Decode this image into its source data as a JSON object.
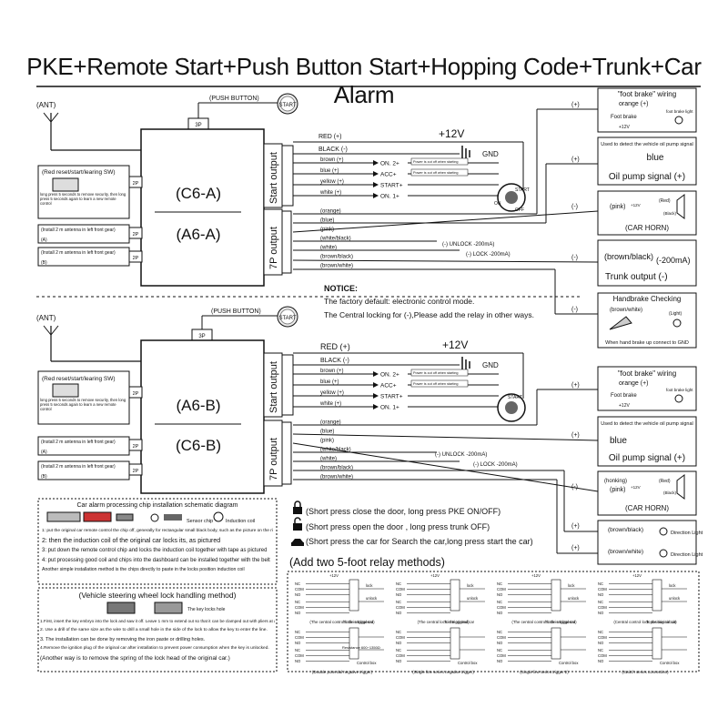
{
  "title": "PKE+Remote Start+Push Button Start+Hopping Code+Trunk+Car Alarm",
  "ant_label": "(ANT)",
  "push_button_label": "(PUSH BUTTON)",
  "start_label": "START",
  "connectors": {
    "c3p": "3P",
    "c2p": "2P",
    "c7p": "7P"
  },
  "unit_top": {
    "line1": "(C6-A)",
    "line2": "(A6-A)"
  },
  "unit_bottom": {
    "line1": "(A6-B)",
    "line2": "(C6-B)"
  },
  "start_output_label": "Start output",
  "seven_p_output_label": "7P output",
  "reset_sw_label": "(Red reset/start/learing SW)",
  "reset_sw_desc": "long press 5 seconds to remove security, then long press 5 seconds again to learn a new remote control",
  "antenna_a_label": "(Install 2 m antenna in left front gear)",
  "antenna_a_tag": "(A)",
  "antenna_b_tag": "(B)",
  "power": {
    "red": "RED (+)",
    "black": "BLACK (-)",
    "v12": "+12V",
    "gnd": "GND",
    "wires": [
      {
        "wire": "brown (+)",
        "term": "ON. 2+",
        "note": "Power is cut off when starting"
      },
      {
        "wire": "blue (+)",
        "term": "ACC+",
        "note": "Power is cut off when starting"
      },
      {
        "wire": "yellow (+)",
        "term": "START+",
        "note": ""
      },
      {
        "wire": "white (+)",
        "term": "ON. 1+",
        "note": ""
      }
    ],
    "ignition_labels": {
      "start": "START",
      "on": "ON",
      "off": "OFF"
    }
  },
  "output7p_top": [
    "(orange)",
    "(blue)",
    "(pink)",
    "(white/black)",
    "(white)",
    "(brown/black)",
    "(brown/white)"
  ],
  "output7p_bottom": [
    "(orange)",
    "(blue)",
    "(pink)",
    "(white/black)",
    "(white)",
    "(brown/black)",
    "(brown/white)"
  ],
  "unlock_label": "(-) UNLOCK -200mA)",
  "lock_label": "(-) LOCK -200mA)",
  "notice": {
    "head": "NOTICE:",
    "line1": "The factory default: electronic control mode.",
    "line2": "The Central locking for (-),Please add the relay in other ways."
  },
  "right_boxes": {
    "foot_brake_title": "\"foot brake\" wiring",
    "foot_brake_sub": "orange (+)",
    "foot_brake": "Foot brake",
    "foot_brake_light": "foot brake light",
    "plus12": "+12V",
    "oil_desc": "Used to detect the vehicle oil pump signal",
    "oil_blue": "blue",
    "oil_signal": "Oil pump signal (+)",
    "horn_pink": "(pink)",
    "horn_red": "(Red)",
    "horn_black": "(Black)",
    "car_horn": "(CAR HORN)",
    "trunk_brown": "(brown/black)",
    "trunk_ma": "(-200mA)",
    "trunk_output": "Trunk output (-)",
    "handbrake_title": "Handbrake Checking",
    "handbrake_wire": "(brown/white)",
    "handbrake_light": "(Light)",
    "handbrake_desc": "When hand brake up connect to GND",
    "horn_honking": "(honking)",
    "dir_brown_black": "(brown/black)",
    "dir_brown_white": "(brown/white)",
    "direction_light": "Direction Light",
    "plus": "(+)",
    "minus": "(-)"
  },
  "chip_section": {
    "title": "Car alarm processing chip installation schematic diagram",
    "sensor_chip": "Sensor chip",
    "induction_coil": "Induction coil",
    "step1": "1: put the original car remote control the chip off, generally for rectangular small black body, such as the picture on the right",
    "step2": "2: then the induction coil of the original car locks its, as pictured",
    "step3": "3: put down the remote control chip and locks the induction coil together with tape as pictured",
    "step4": "4: put processing good coil and chips into the dashboard can be installed together with the belt",
    "step5": "Another simple installation method is the chips directly to paste in the locks position induction coil"
  },
  "steering_section": {
    "title": "(Vehicle steering wheel lock handling method)",
    "lock_hole": "The key locks hole",
    "step1": "1.First, insert the key embryo into the lock and saw it off. Leave 1 mm to extend out so that it can be clamped out with pliers at any time.",
    "step2": "2. Use a drill of the same size as the wire to drill a small hole in the side of the lock to allow the key to enter the line.",
    "step3": "3. The installation can be done by removing the iron paste or drilling holes.",
    "step4": "4.Remove the ignition plug of the original car after installation to prevent power consumption when the key is unlocked.",
    "note": "(Another way is to remove the spring of the lock head of the original car.)"
  },
  "lock_notes": {
    "line1": "(Short press close the door, long press PKE ON/OFF)",
    "line2": "(Short press open the door , long press trunk OFF)",
    "line3": "(Short press the car for Search the car,long press start the car)"
  },
  "relay_section": {
    "title": "(Add two 5-foot relay methods)",
    "captions_row1": [
      "(The central control lock is triggered)",
      "(The central lock is triggered)",
      "(The central control lock is triggered)",
      "(Central control lock positive circuit)"
    ],
    "captions_row2": [
      "(Double potential negative trigger)",
      "(Single line series negative trigger)",
      "(Single line series trigger 2)",
      "(Switch series connection)"
    ],
    "terms": [
      "NC",
      "COM",
      "NO",
      "NC",
      "COM",
      "NO"
    ],
    "lock": "lock",
    "unlock": "unlock",
    "v12": "+12V",
    "control_box": "Control box",
    "original_car": "To the original car",
    "resistance": "Resistance 600~1350Ω"
  },
  "colors": {
    "line": "#111111",
    "accent_red": "#b00000"
  }
}
